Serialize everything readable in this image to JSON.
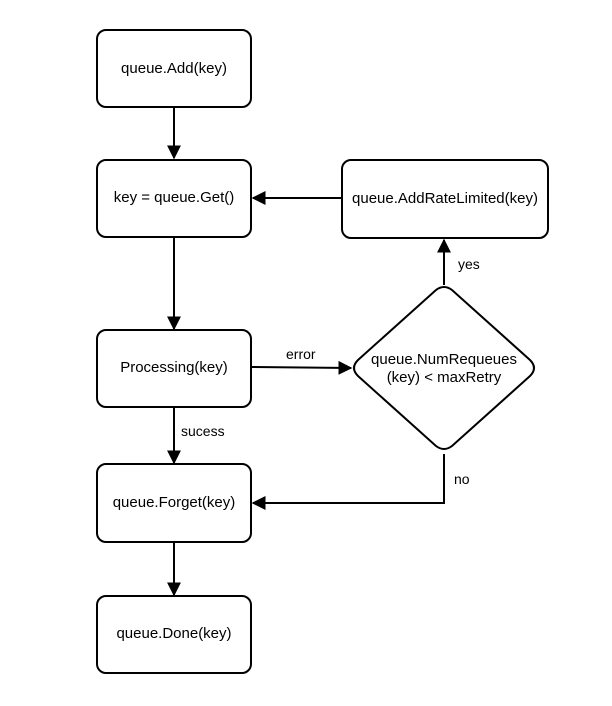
{
  "diagram": {
    "nodes": {
      "add": {
        "label": "queue.Add(key)"
      },
      "get": {
        "label": "key = queue.Get()"
      },
      "processing": {
        "label": "Processing(key)"
      },
      "forget": {
        "label": "queue.Forget(key)"
      },
      "done": {
        "label": "queue.Done(key)"
      },
      "add_rate_limited": {
        "label": "queue.AddRateLimited(key)"
      },
      "decision": {
        "line1": "queue.NumRequeues",
        "line2": "(key) < maxRetry"
      }
    },
    "edges": {
      "error": "error",
      "success": "sucess",
      "yes": "yes",
      "no": "no"
    },
    "colors": {
      "stroke": "#000000",
      "fill": "#ffffff",
      "text": "#000000"
    }
  }
}
